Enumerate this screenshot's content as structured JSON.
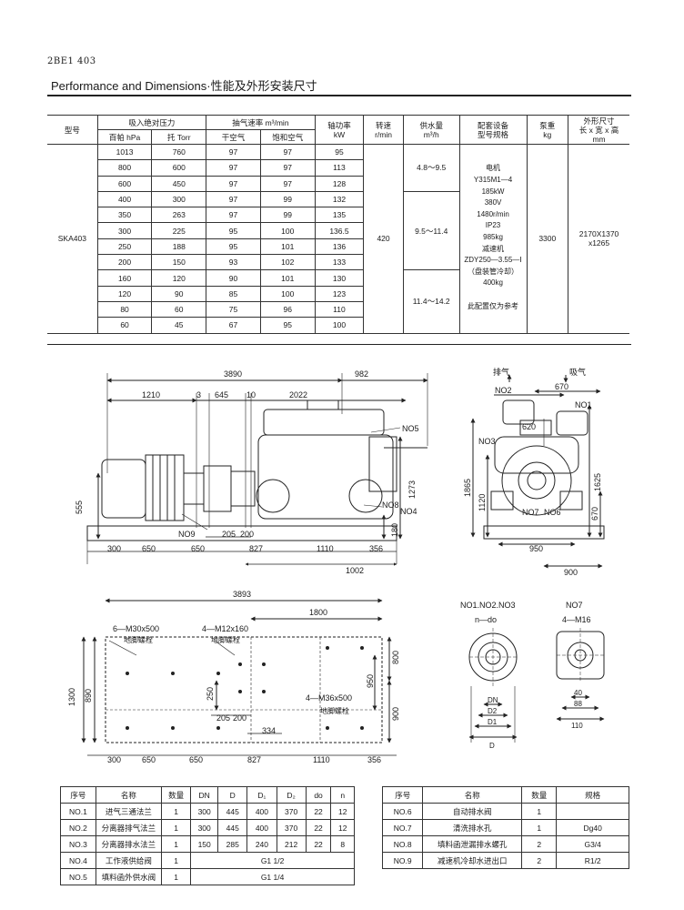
{
  "doc_code": "2BE1 403",
  "title": "Performance and Dimensions·性能及外形安装尺寸",
  "perf_table": {
    "h_model": "型号",
    "h_suction": "吸入绝对压力",
    "h_hpa": "百帕 hPa",
    "h_torr": "托 Torr",
    "h_capacity": "抽气速率 m³/min",
    "h_dry": "干空气",
    "h_sat": "饱和空气",
    "h_power": "轴功率",
    "h_power_unit": "kW",
    "h_speed": "转速",
    "h_speed_unit": "r/min",
    "h_water": "供水量",
    "h_water_unit": "m³/h",
    "h_equip": "配套设备",
    "h_equip2": "型号规格",
    "h_weight": "泵重",
    "h_weight_unit": "kg",
    "h_dims": "外形尺寸",
    "h_dims2": "长 x 宽 x 高",
    "h_dims_unit": "mm",
    "model": "SKA403",
    "speed": "420",
    "weight": "3300",
    "dims_l1": "2170X1370",
    "dims_l2": "x1265",
    "water": [
      "4.8～9.5",
      "9.5～11.4",
      "11.4～14.2"
    ],
    "equip": [
      "电机",
      "Y315M1—4",
      "185kW",
      "380V",
      "1480r/min",
      "IP23",
      "985kg",
      "减速机",
      "ZDY250—3.55—Ⅰ",
      "（盘装管冷却）",
      "400kg",
      "",
      "此配置仅为参考"
    ],
    "rows": [
      [
        "1013",
        "760",
        "97",
        "97",
        "95"
      ],
      [
        "800",
        "600",
        "97",
        "97",
        "113"
      ],
      [
        "600",
        "450",
        "97",
        "97",
        "128"
      ],
      [
        "400",
        "300",
        "97",
        "99",
        "132"
      ],
      [
        "350",
        "263",
        "97",
        "99",
        "135"
      ],
      [
        "300",
        "225",
        "95",
        "100",
        "136.5"
      ],
      [
        "250",
        "188",
        "95",
        "101",
        "136"
      ],
      [
        "200",
        "150",
        "93",
        "102",
        "133"
      ],
      [
        "160",
        "120",
        "90",
        "101",
        "130"
      ],
      [
        "120",
        "90",
        "85",
        "100",
        "123"
      ],
      [
        "80",
        "60",
        "75",
        "96",
        "110"
      ],
      [
        "60",
        "45",
        "67",
        "95",
        "100"
      ]
    ]
  },
  "drawing": {
    "d3890": "3890",
    "d982": "982",
    "d1210": "1210",
    "d3": "3",
    "d645": "645",
    "d10": "10",
    "d2022": "2022",
    "no5": "NO5",
    "no8": "NO8",
    "no4": "NO4",
    "no9": "NO9",
    "d555": "555",
    "d1273": "1273",
    "d180": "180",
    "d205": "205",
    "d200": "200",
    "d300": "300",
    "d650a": "650",
    "d650b": "650",
    "d827": "827",
    "d1110": "1110",
    "d356": "356",
    "d1002": "1002",
    "exhaust": "排气",
    "suction": "吸气",
    "no2": "NO2",
    "d670": "670",
    "no1": "NO1",
    "d620": "620",
    "no3": "NO3",
    "d1865": "1865",
    "d1120": "1120",
    "d1625": "1625",
    "d670b": "670",
    "no7": "NO7",
    "no6": "NO6",
    "d950": "950",
    "d900": "900",
    "d3893": "3893",
    "d1800": "1800",
    "m30": "6—M30x500",
    "m30_sub": "地脚螺栓",
    "m12": "4—M12x160",
    "m12_sub": "地脚螺栓",
    "d800": "800",
    "d950b": "950",
    "d250": "250",
    "d1300": "1300",
    "d890": "890",
    "d900b": "900",
    "m36": "4—M36x500",
    "m36_sub": "地脚螺栓",
    "d205b": "205",
    "d200b": "200",
    "d334": "334",
    "p300": "300",
    "p650a": "650",
    "p650b": "650",
    "p827": "827",
    "p1110": "1110",
    "p356": "356",
    "flange_title": "NO1.NO2.NO3",
    "flange_sub": "n—do",
    "dn": "DN",
    "d2": "D2",
    "d1": "D1",
    "dd": "D",
    "no7_title": "NO7",
    "no7_sub": "4—M16",
    "f40": "40",
    "f88": "88",
    "f110": "110"
  },
  "parts_left": {
    "headers": [
      "序号",
      "名称",
      "数量",
      "DN",
      "D",
      "D₁",
      "D₂",
      "do",
      "n"
    ],
    "rows": [
      [
        "NO.1",
        "进气三通法兰",
        "1",
        "300",
        "445",
        "400",
        "370",
        "22",
        "12"
      ],
      [
        "NO.2",
        "分离器排气法兰",
        "1",
        "300",
        "445",
        "400",
        "370",
        "22",
        "12"
      ],
      [
        "NO.3",
        "分离器排水法兰",
        "1",
        "150",
        "285",
        "240",
        "212",
        "22",
        "8"
      ]
    ],
    "no4": [
      "NO.4",
      "工作液供给阀",
      "1",
      "G1  1/2"
    ],
    "no5": [
      "NO.5",
      "填料函外供水阀",
      "1",
      "G1  1/4"
    ]
  },
  "parts_right": {
    "headers": [
      "序号",
      "名称",
      "数量",
      "规格"
    ],
    "rows": [
      [
        "NO.6",
        "自动排水阀",
        "1",
        ""
      ],
      [
        "NO.7",
        "清洗排水孔",
        "1",
        "Dg40"
      ],
      [
        "NO.8",
        "填料函泄漏排水螺孔",
        "2",
        "G3/4"
      ],
      [
        "NO.9",
        "减速机冷却水进出口",
        "2",
        "R1/2"
      ]
    ]
  }
}
